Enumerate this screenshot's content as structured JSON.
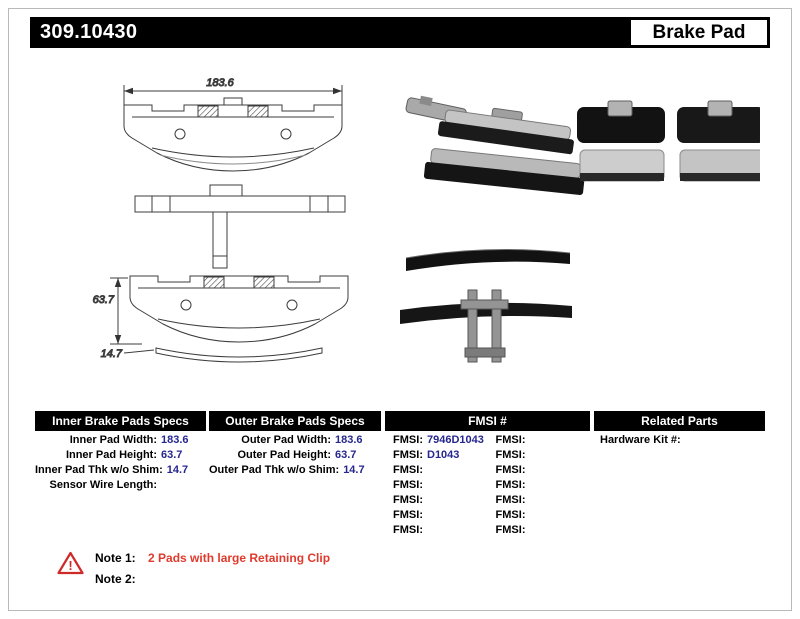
{
  "colors": {
    "value_color": "#26268f",
    "note_red": "#e03a2c",
    "header_bg": "#000000"
  },
  "header": {
    "part_number": "309.10430",
    "product_label": "Brake Pad"
  },
  "diagram": {
    "width_label": "183.6",
    "height_label": "63.7",
    "thickness_label": "14.7"
  },
  "tables": {
    "inner": {
      "title": "Inner Brake Pads Specs",
      "rows": [
        {
          "label": "Inner Pad Width:",
          "value": "183.6"
        },
        {
          "label": "Inner Pad Height:",
          "value": "63.7"
        },
        {
          "label": "Inner Pad Thk w/o Shim:",
          "value": "14.7"
        },
        {
          "label": "Sensor Wire Length:",
          "value": ""
        }
      ]
    },
    "outer": {
      "title": "Outer Brake Pads Specs",
      "rows": [
        {
          "label": "Outer Pad Width:",
          "value": "183.6"
        },
        {
          "label": "Outer Pad Height:",
          "value": "63.7"
        },
        {
          "label": "Outer Pad Thk w/o Shim:",
          "value": "14.7"
        }
      ]
    },
    "fmsi": {
      "title": "FMSI #",
      "col1": [
        {
          "label": "FMSI:",
          "value": "7946D1043"
        },
        {
          "label": "FMSI:",
          "value": "D1043"
        },
        {
          "label": "FMSI:",
          "value": ""
        },
        {
          "label": "FMSI:",
          "value": ""
        },
        {
          "label": "FMSI:",
          "value": ""
        },
        {
          "label": "FMSI:",
          "value": ""
        },
        {
          "label": "FMSI:",
          "value": ""
        }
      ],
      "col2": [
        {
          "label": "FMSI:",
          "value": ""
        },
        {
          "label": "FMSI:",
          "value": ""
        },
        {
          "label": "FMSI:",
          "value": ""
        },
        {
          "label": "FMSI:",
          "value": ""
        },
        {
          "label": "FMSI:",
          "value": ""
        },
        {
          "label": "FMSI:",
          "value": ""
        },
        {
          "label": "FMSI:",
          "value": ""
        }
      ]
    },
    "related": {
      "title": "Related Parts",
      "rows": [
        {
          "label": "Hardware Kit #:",
          "value": ""
        }
      ]
    }
  },
  "notes": {
    "note1_label": "Note 1:",
    "note1_text": "2 Pads with large Retaining Clip",
    "note2_label": "Note 2:",
    "note2_text": ""
  }
}
